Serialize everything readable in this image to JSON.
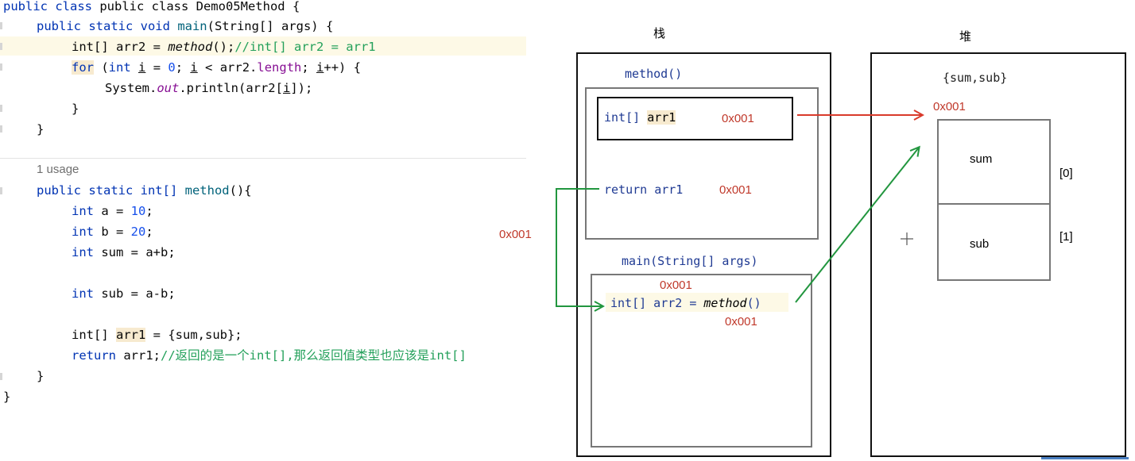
{
  "code": {
    "class_decl": "public class Demo05Method {",
    "main_decl": "public static void main(String[] args) {",
    "l3_type": "int[] arr2 = ",
    "l3_call": "method",
    "l3_rest": "();",
    "l3_comment": "//int[] arr2 = arr1",
    "l4_for": "for",
    "l4_a": " (",
    "l4_int": "int",
    "l4_b": " ",
    "l4_i1": "i",
    "l4_c": " = ",
    "l4_zero": "0",
    "l4_d": "; ",
    "l4_i2": "i",
    "l4_e": " < arr2.",
    "l4_length": "length",
    "l4_f": "; ",
    "l4_i3": "i",
    "l4_g": "++) {",
    "l5_a": "System.",
    "l5_out": "out",
    "l5_b": ".println(arr2[",
    "l5_i": "i",
    "l5_c": "]);",
    "close_inner": "}",
    "close_main": "}",
    "usage": "1 usage",
    "method_decl_kw": "public static int[] ",
    "method_decl_name": "method",
    "method_decl_rest": "(){",
    "a_kw": "int",
    "a_rest": " a = ",
    "a_val": "10",
    "a_end": ";",
    "b_kw": "int",
    "b_rest": " b = ",
    "b_val": "20",
    "b_end": ";",
    "sum_kw": "int",
    "sum_rest": " sum = a+b;",
    "sub_kw": "int",
    "sub_rest": " sub = a-b;",
    "arr1_type": "int[] ",
    "arr1_name": "arr1",
    "arr1_rest": " = {sum,sub};",
    "ret_kw": "return",
    "ret_rest": " arr1;",
    "ret_comment": "//返回的是一个int[],那么返回值类型也应该是int[]",
    "close_method": "}",
    "close_class": "}"
  },
  "diagram": {
    "stack_title": "栈",
    "heap_title": "堆",
    "method_frame_label": "method()",
    "arr1_var_type": "int[] ",
    "arr1_var_name": "arr1",
    "arr1_addr": "0x001",
    "return_label": "return arr1",
    "return_addr": "0x001",
    "main_frame_label": "main(String[] args)",
    "main_addr_top": "0x001",
    "arr2_label_a": "int[] arr2 = ",
    "arr2_label_call": "method",
    "arr2_label_b": "()",
    "main_addr_bottom": "0x001",
    "heap_array_label": "{sum,sub}",
    "heap_addr": "0x001",
    "cell0": "sum",
    "cell1": "sub",
    "index0": "[0]",
    "index1": "[1]",
    "floating_addr": "0x001",
    "colors": {
      "red_arrow": "#d93a2b",
      "green_arrow": "#22963f",
      "address_text": "#c0392b"
    }
  }
}
